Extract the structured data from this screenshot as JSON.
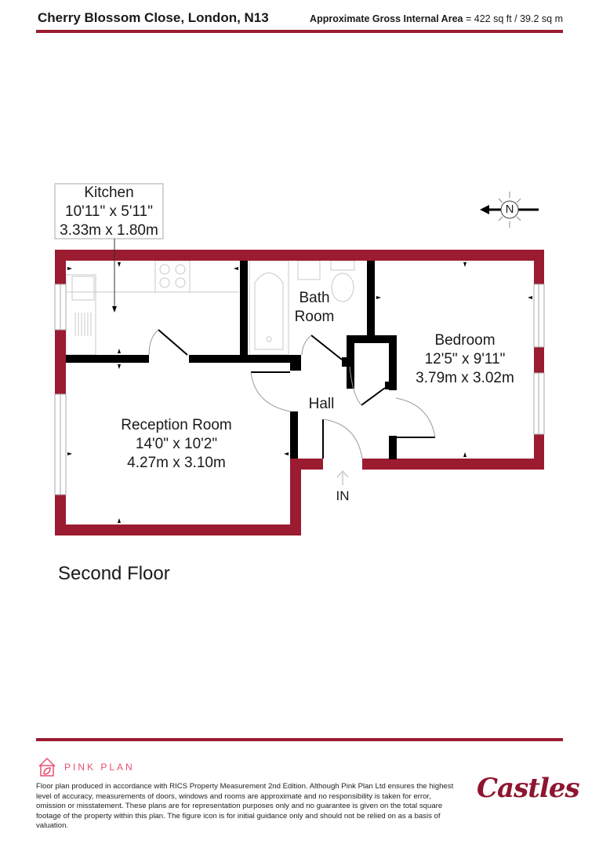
{
  "header": {
    "address": "Cherry Blossom Close, London, N13",
    "area_label": "Approximate Gross Internal Area",
    "area_value": "= 422 sq ft / 39.2 sq m"
  },
  "colors": {
    "external_wall": "#9b1b30",
    "internal_wall": "#000000",
    "brand_pink": "#e8506e",
    "castles_red": "#8e1530"
  },
  "rooms": [
    {
      "name": "Kitchen",
      "imperial": "10'11\" x 5'11\"",
      "metric": "3.33m x 1.80m"
    },
    {
      "name": "Bath",
      "name2": "Room"
    },
    {
      "name": "Bedroom",
      "imperial": "12'5\" x 9'11\"",
      "metric": "3.79m x 3.02m"
    },
    {
      "name": "Hall"
    },
    {
      "name": "Reception Room",
      "imperial": "14'0\" x 10'2\"",
      "metric": "4.27m x 3.10m"
    }
  ],
  "entrance_label": "IN",
  "compass_label": "N",
  "floor_label": "Second Floor",
  "footer": {
    "brand": "PINK PLAN",
    "disclaimer": "Floor plan produced in accordance with RICS Property Measurement 2nd Edition. Although Pink Plan Ltd ensures the highest level of accuracy, measurements of doors, windows and rooms are approximate and no responsibility is taken for error, omission or misstatement. These plans are for representation purposes only and no guarantee is given on the total square footage of the property within this plan. The figure icon is for initial guidance only and should not be relied on as a basis of valuation.",
    "agent_logo": "Castles"
  }
}
